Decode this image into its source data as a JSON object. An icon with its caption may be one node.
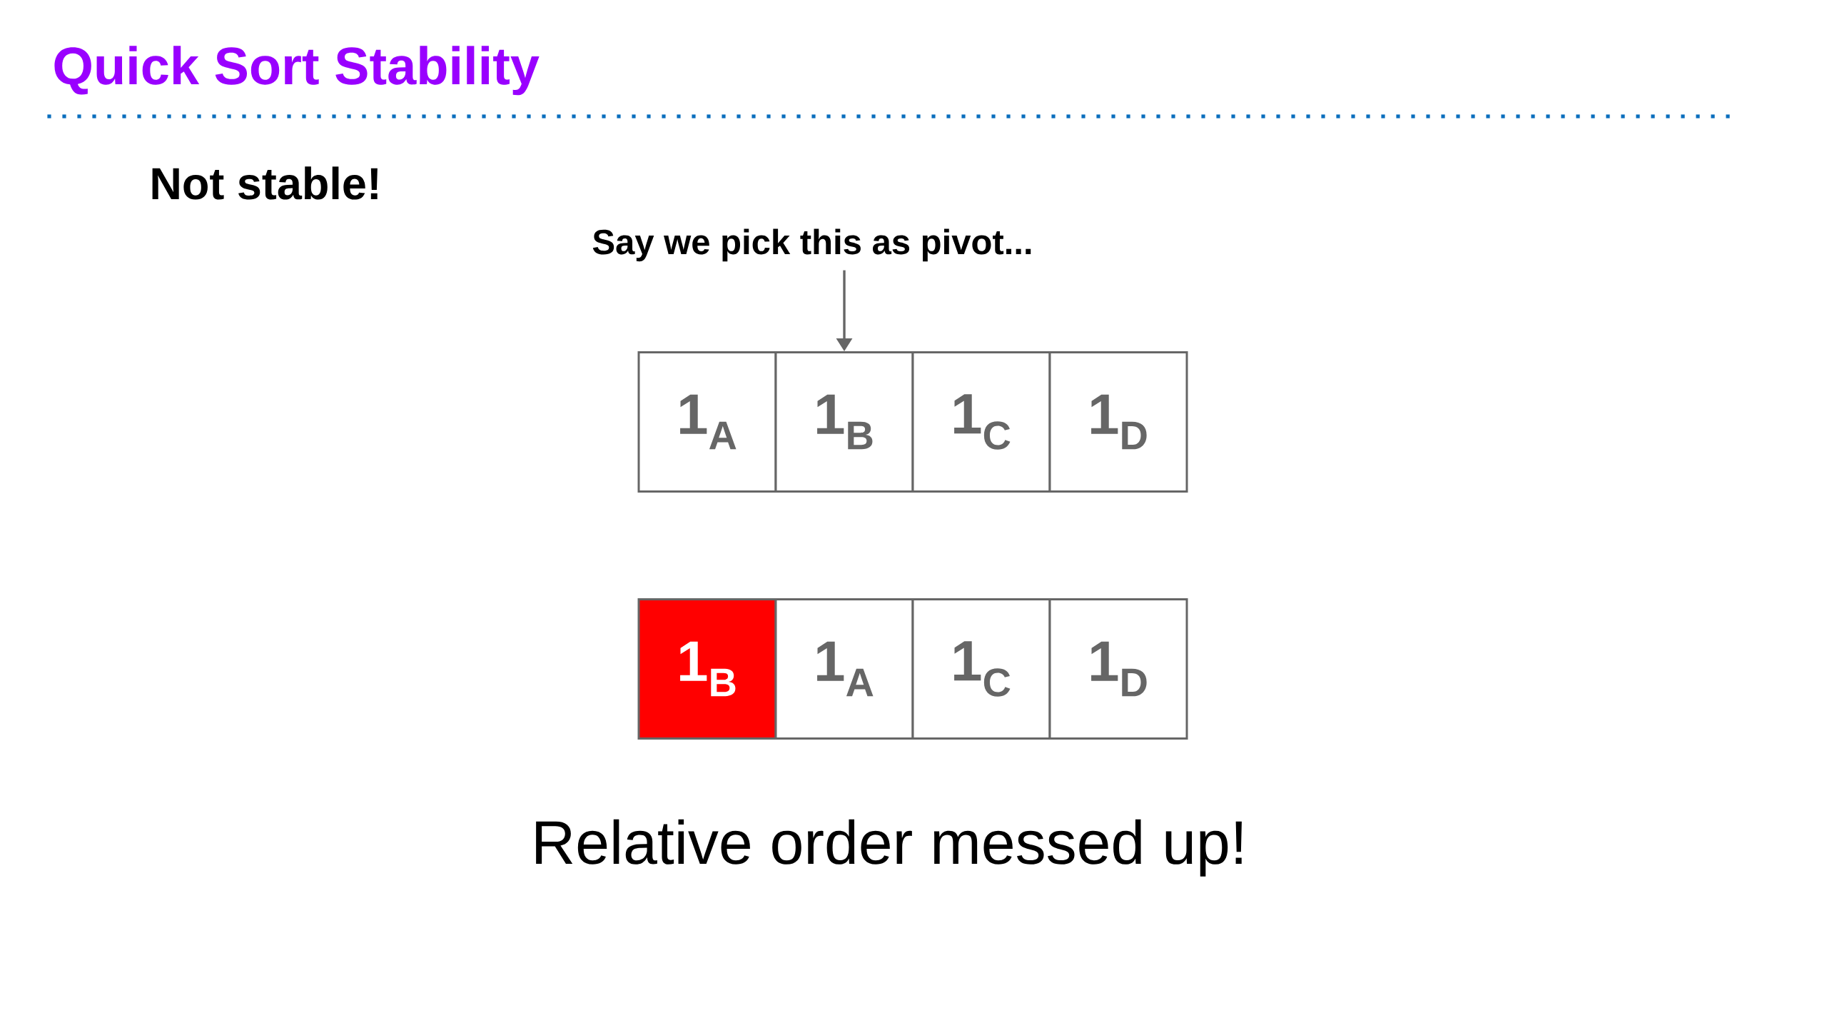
{
  "diagram": {
    "title": "Quick Sort Stability",
    "nodes": [
      {
        "text": [
          "Say we pick this as pivot..."
        ]
      },
      {
        "text": [
          "1$_{A}$"
        ]
      },
      {
        "text": [
          "1$_{B}$"
        ]
      },
      {
        "text": [
          "1$_{C}$"
        ]
      },
      {
        "text": [
          "1$_{D}$"
        ]
      },
      {
        "text": [
          "1$_{B}$"
        ]
      },
      {
        "text": [
          "1$_{A}$"
        ]
      },
      {
        "text": [
          "1$_{C}$"
        ]
      },
      {
        "text": [
          "1$_{D}$"
        ]
      }
    ],
    "edges": [
      {
        "from": 0,
        "to": 2,
        "arrow": "to"
      }
    ],
    "labels": [
      "Not stable!",
      "Relative order messed up!"
    ]
  }
}
